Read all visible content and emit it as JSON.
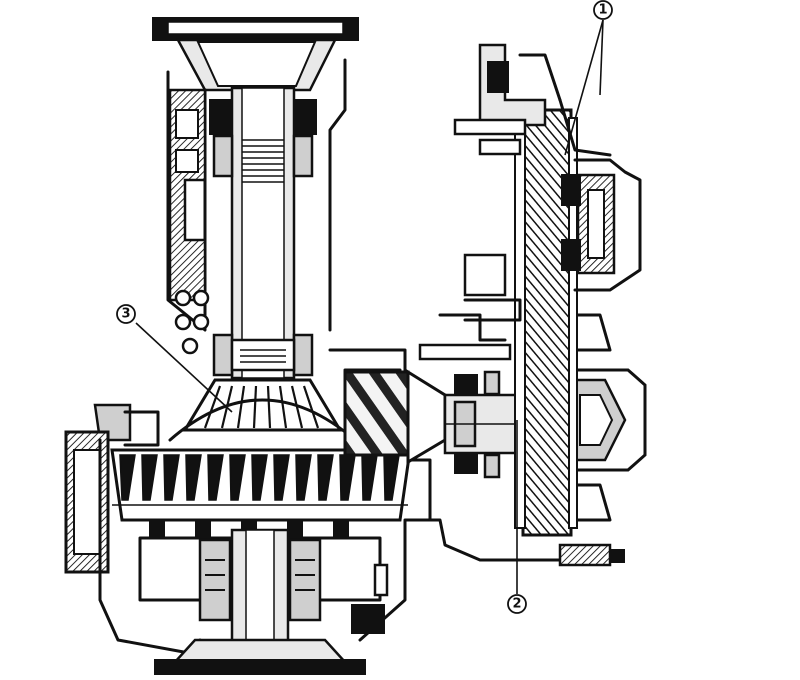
{
  "callouts": [
    {
      "label": "1"
    },
    {
      "label": "2"
    },
    {
      "label": "3"
    }
  ],
  "colors": {
    "ink": "#111111",
    "background": "#ffffff",
    "shade": "#cfcfcf"
  }
}
